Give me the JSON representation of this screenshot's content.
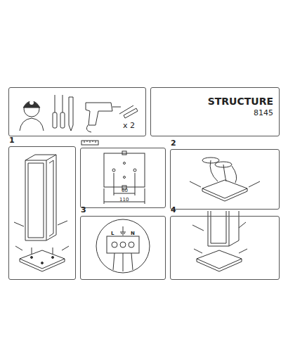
{
  "diagram": {
    "title": "STRUCTURE",
    "nodes": [
      {
        "text": [
          "x 2"
        ]
      },
      {
        "text": [
          "8145"
        ]
      },
      {
        "text": [
          "1"
        ]
      },
      {
        "text": [
          "60",
          "110"
        ]
      },
      {
        "text": [
          "2"
        ]
      },
      {
        "text": [
          "3"
        ]
      },
      {
        "text": [
          "4"
        ]
      }
    ],
    "labels": [
      "L",
      "N"
    ]
  }
}
